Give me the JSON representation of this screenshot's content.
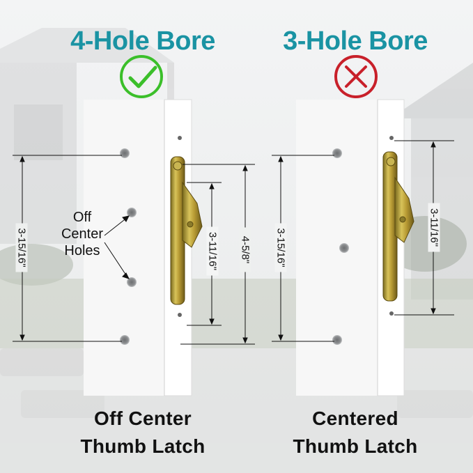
{
  "left_panel": {
    "title": "4-Hole Bore",
    "status_icon": "check-circle-icon",
    "status_color": "#3bbf2a",
    "caption_line1": "Off Center",
    "caption_line2": "Thumb Latch",
    "dim_outer": "3-15/16\"",
    "dim_inner": "3-11/16\"",
    "dim_total": "4-5/8\"",
    "callout": [
      "Off",
      "Center",
      "Holes"
    ]
  },
  "right_panel": {
    "title": "3-Hole Bore",
    "status_icon": "x-circle-icon",
    "status_color": "#c8202a",
    "caption_line1": "Centered",
    "caption_line2": "Thumb Latch",
    "dim_outer": "3-15/16\"",
    "dim_inner": "3-11/16\""
  },
  "colors": {
    "title": "#1a93a3"
  }
}
